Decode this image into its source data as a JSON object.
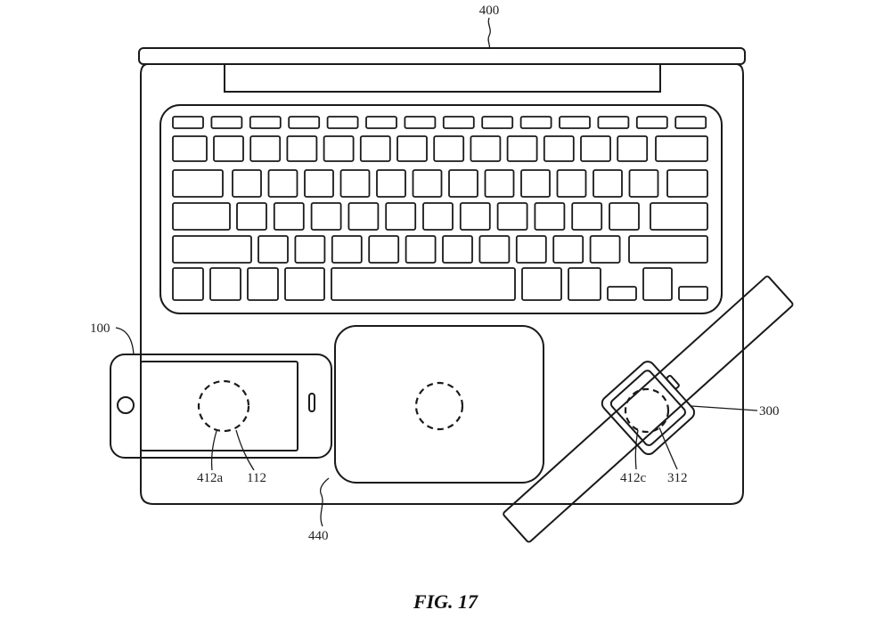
{
  "figure": {
    "caption": "FIG. 17",
    "labels": {
      "laptop": "400",
      "phone": "100",
      "phone_coil": "412a",
      "phone_coil_2": "112",
      "palm_rest": "440",
      "watch": "300",
      "watch_coil": "412c",
      "watch_coil_2": "312"
    }
  }
}
